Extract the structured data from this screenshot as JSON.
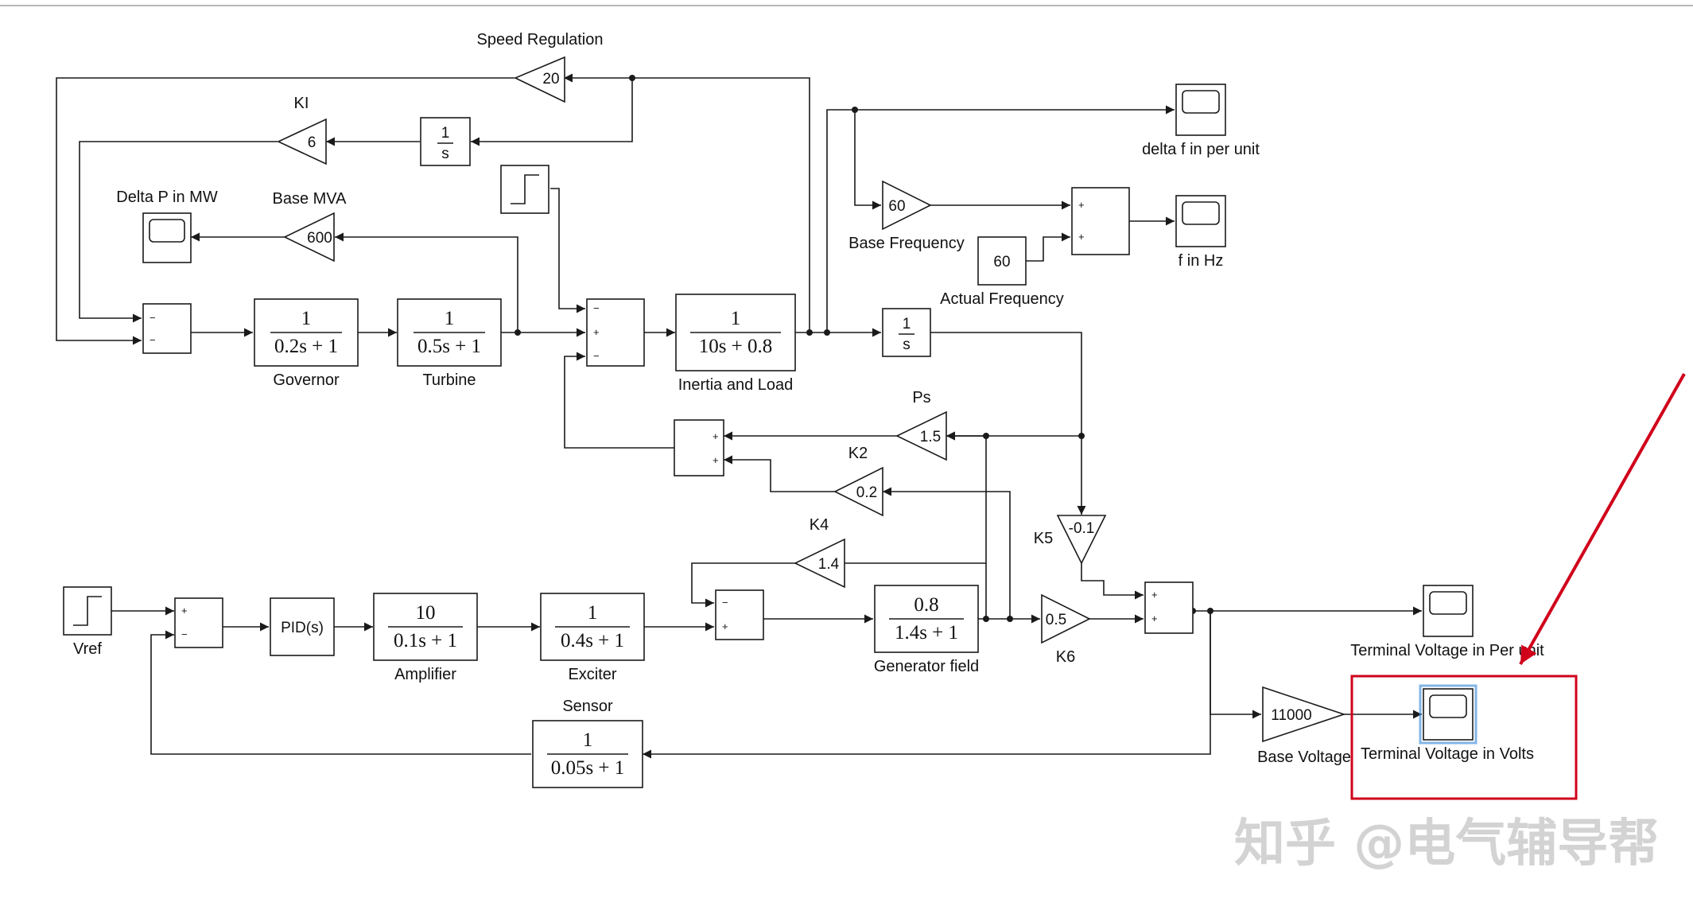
{
  "labels": {
    "speed_regulation": "Speed Regulation",
    "ki": "KI",
    "delta_p_mw": "Delta P in MW",
    "base_mva": "Base MVA",
    "governor": "Governor",
    "turbine": "Turbine",
    "inertia_load": "Inertia and Load",
    "delta_f_pu": "delta f in per unit",
    "base_frequency": "Base Frequency",
    "actual_frequency": "Actual Frequency",
    "f_in_hz": "f in Hz",
    "ps": "Ps",
    "k2": "K2",
    "k4": "K4",
    "k5": "K5",
    "k6": "K6",
    "vref": "Vref",
    "amplifier": "Amplifier",
    "exciter": "Exciter",
    "generator_field": "Generator field",
    "sensor": "Sensor",
    "terminal_pu": "Terminal Voltage in Per unit",
    "base_voltage": "Base Voltage",
    "terminal_volts": "Terminal Voltage in Volts"
  },
  "gains": {
    "speed_regulation": "20",
    "ki": "6",
    "base_mva": "600",
    "base_frequency": "60",
    "ps": "1.5",
    "k2": "0.2",
    "k4": "1.4",
    "k5": "-0.1",
    "k6": "0.5",
    "base_voltage": "11000"
  },
  "constants": {
    "actual_frequency": "60"
  },
  "integrators": {
    "one": "1",
    "s": "s"
  },
  "transfer_functions": {
    "governor": {
      "num": "1",
      "den": "0.2s + 1"
    },
    "turbine": {
      "num": "1",
      "den": "0.5s + 1"
    },
    "inertia_load": {
      "num": "1",
      "den": "10s + 0.8"
    },
    "amplifier": {
      "num": "10",
      "den": "0.1s + 1"
    },
    "exciter": {
      "num": "1",
      "den": "0.4s + 1"
    },
    "generator_field": {
      "num": "0.8",
      "den": "1.4s + 1"
    },
    "sensor": {
      "num": "1",
      "den": "0.05s + 1"
    }
  },
  "pid_label": "PID(s)",
  "signs": {
    "plus": "+",
    "minus": "−"
  },
  "watermark": "知乎 @电气辅导帮",
  "colors": {
    "highlight": "#d0021b",
    "selected": "#2f86d6",
    "line": "#1a1a1a"
  }
}
